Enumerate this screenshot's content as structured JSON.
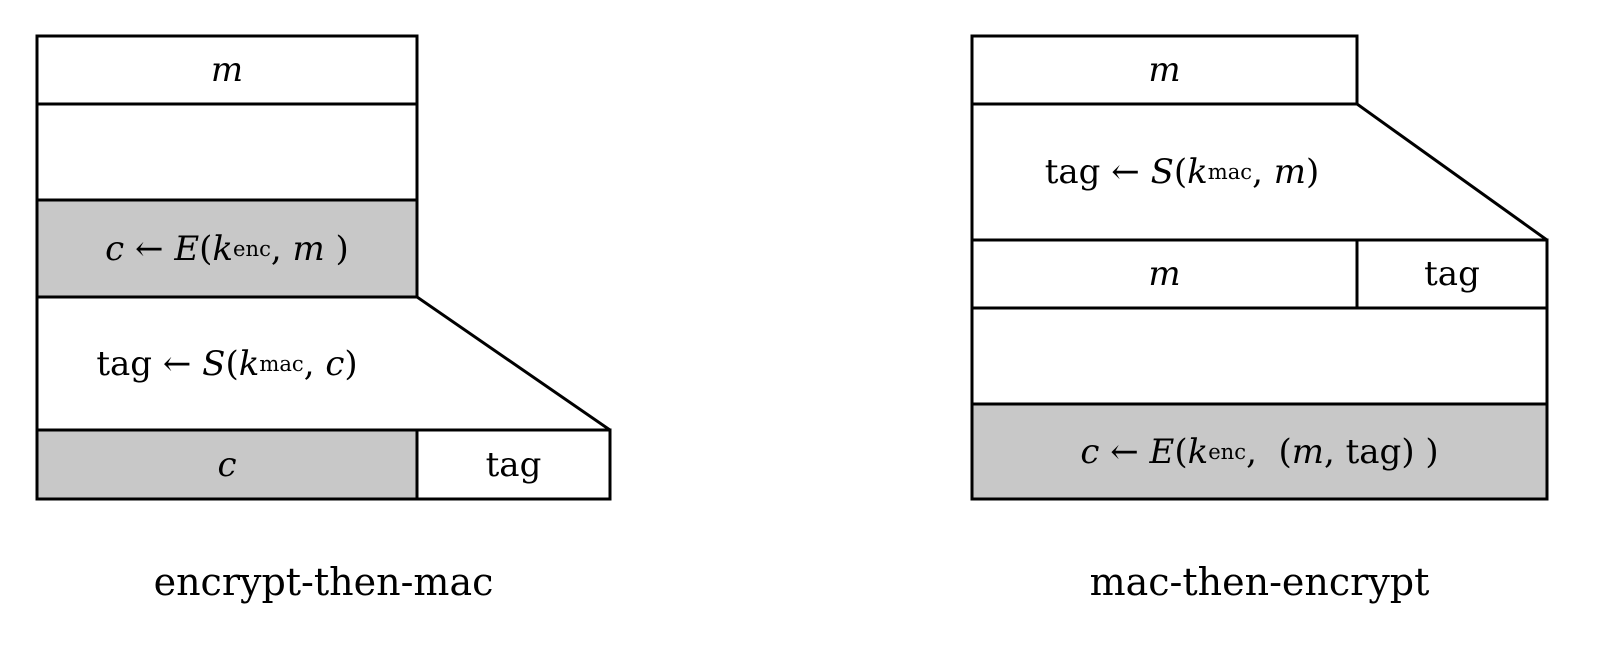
{
  "colors": {
    "shaded_box_fill": "#c8c8c8",
    "plain_box_fill": "#ffffff",
    "line": "#000000",
    "text": "#000000",
    "background": "#ffffff"
  },
  "left_diagram": {
    "caption": "encrypt-then-mac",
    "message_label": "m",
    "encrypt_formula": [
      {
        "text": "c",
        "style": "var"
      },
      {
        "text": " ← ",
        "style": "rm"
      },
      {
        "text": "E",
        "style": "var"
      },
      {
        "text": "(",
        "style": "rm"
      },
      {
        "text": "k",
        "style": "var"
      },
      {
        "text": "enc",
        "style": "sub"
      },
      {
        "text": ", ",
        "style": "rm"
      },
      {
        "text": "m",
        "style": "var"
      },
      {
        "text": " )",
        "style": "rm"
      }
    ],
    "tag_formula": [
      {
        "text": "tag ← ",
        "style": "rm"
      },
      {
        "text": "S",
        "style": "var"
      },
      {
        "text": "(",
        "style": "rm"
      },
      {
        "text": "k",
        "style": "var"
      },
      {
        "text": "mac",
        "style": "sub"
      },
      {
        "text": ", ",
        "style": "rm"
      },
      {
        "text": "c",
        "style": "var"
      },
      {
        "text": ")",
        "style": "rm"
      }
    ],
    "output_cipher_label": "c",
    "output_tag_label": "tag"
  },
  "right_diagram": {
    "caption": "mac-then-encrypt",
    "message_label": "m",
    "tag_formula": [
      {
        "text": "tag ← ",
        "style": "rm"
      },
      {
        "text": "S",
        "style": "var"
      },
      {
        "text": "(",
        "style": "rm"
      },
      {
        "text": "k",
        "style": "var"
      },
      {
        "text": "mac",
        "style": "sub"
      },
      {
        "text": ", ",
        "style": "rm"
      },
      {
        "text": "m",
        "style": "var"
      },
      {
        "text": ")",
        "style": "rm"
      }
    ],
    "mid_message_label": "m",
    "mid_tag_label": "tag",
    "encrypt_formula": [
      {
        "text": "c",
        "style": "var"
      },
      {
        "text": " ← ",
        "style": "rm"
      },
      {
        "text": "E",
        "style": "var"
      },
      {
        "text": "(",
        "style": "rm"
      },
      {
        "text": "k",
        "style": "var"
      },
      {
        "text": "enc",
        "style": "sub"
      },
      {
        "text": ",  (",
        "style": "rm"
      },
      {
        "text": "m",
        "style": "var"
      },
      {
        "text": ", tag) )",
        "style": "rm"
      }
    ]
  }
}
